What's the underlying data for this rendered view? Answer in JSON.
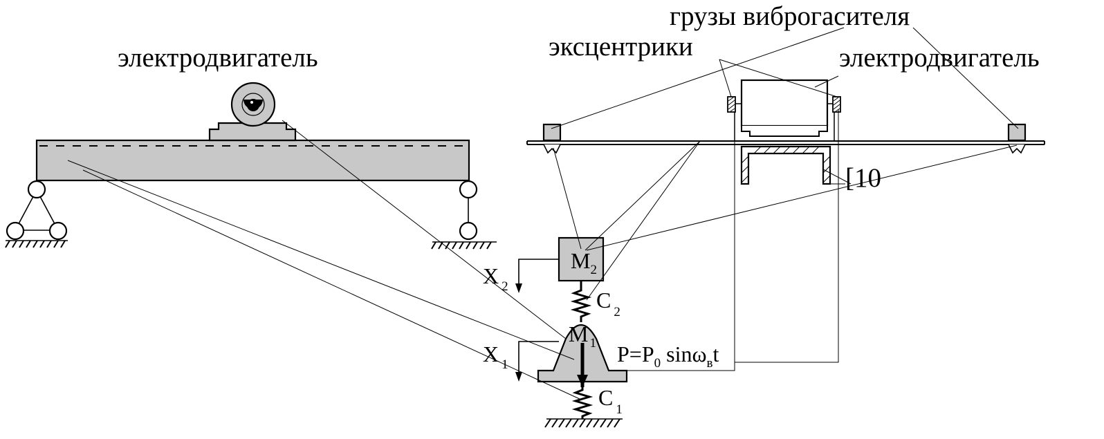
{
  "labels": {
    "motor_left": "электродвигатель",
    "loads": "грузы виброгасителя",
    "eccentrics": "эксцентрики",
    "motor_right": "электродвигатель",
    "channel": "[10",
    "m2_base": "M",
    "m2_sub": "2",
    "m1_base": "M",
    "m1_sub": "1",
    "c2_base": "C",
    "c2_sub": "2",
    "c1_base": "C",
    "c1_sub": "1",
    "x2_base": "X",
    "x2_sub": "2",
    "x1_base": "X",
    "x1_sub": "1",
    "force_p": "P=P",
    "force_p_sub": "0",
    "force_sin": " sinω",
    "force_w_sub": "в",
    "force_t": "t"
  },
  "colors": {
    "fill_grey": "#c8c8c8",
    "line": "#000000",
    "background": "#ffffff"
  }
}
